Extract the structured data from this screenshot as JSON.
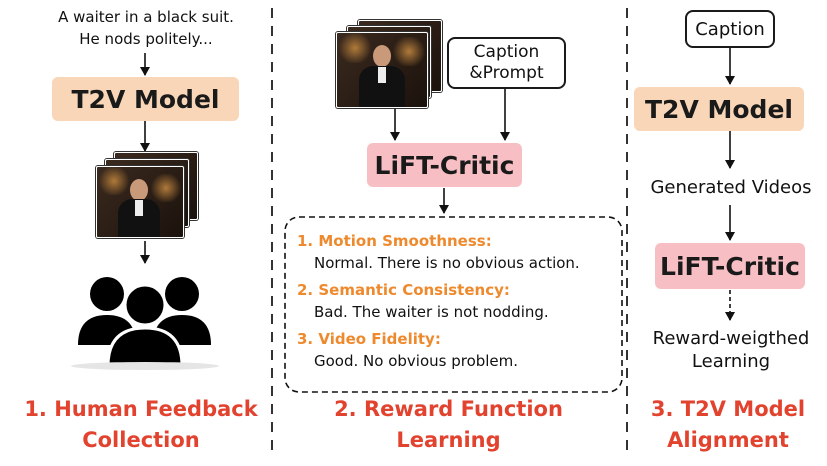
{
  "col1": {
    "caption_line1": "A waiter in a black suit.",
    "caption_line2": "He nods politely...",
    "model": "T2V Model",
    "title_line1": "1. Human Feedback",
    "title_line2": "Collection"
  },
  "col2": {
    "caption_prompt_line1": "Caption",
    "caption_prompt_line2": "&Prompt",
    "critic": "LiFT-Critic",
    "criteria": [
      {
        "head": "1. Motion Smoothness:",
        "body": "Normal. There is no obvious action."
      },
      {
        "head": "2. Semantic Consistency:",
        "body": "Bad. The waiter is not nodding."
      },
      {
        "head": "3. Video Fidelity:",
        "body": "Good. No obvious problem."
      }
    ],
    "title_line1": "2. Reward Function",
    "title_line2": "Learning"
  },
  "col3": {
    "caption": "Caption",
    "model": "T2V Model",
    "generated": "Generated Videos",
    "critic": "LiFT-Critic",
    "reward_line1": "Reward-weigthed",
    "reward_line2": "Learning",
    "title_line1": "3. T2V Model",
    "title_line2": "Alignment"
  },
  "colors": {
    "t2v_fill": "#f9d6b7",
    "critic_fill": "#f7bec3",
    "title": "#e2432f",
    "criteria_heading": "#ee8a2d"
  },
  "icons": [
    "video-frames-icon",
    "people-group-icon"
  ]
}
